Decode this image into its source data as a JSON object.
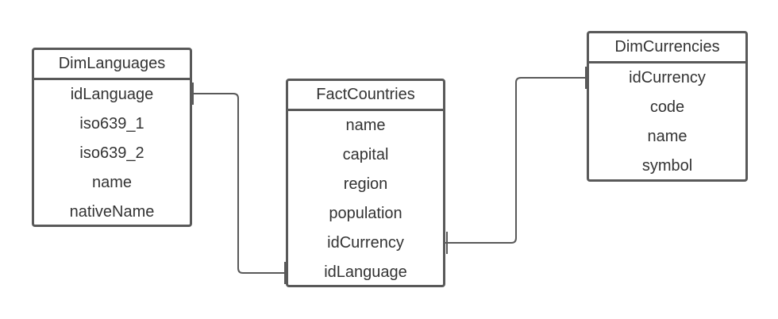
{
  "entities": {
    "dim_languages": {
      "title": "DimLanguages",
      "fields": [
        "idLanguage",
        "iso639_1",
        "iso639_2",
        "name",
        "nativeName"
      ]
    },
    "fact_countries": {
      "title": "FactCountries",
      "fields": [
        "name",
        "capital",
        "region",
        "population",
        "idCurrency",
        "idLanguage"
      ]
    },
    "dim_currencies": {
      "title": "DimCurrencies",
      "fields": [
        "idCurrency",
        "code",
        "name",
        "symbol"
      ]
    }
  },
  "relationships": [
    {
      "from": "DimLanguages.idLanguage",
      "to": "FactCountries.idLanguage"
    },
    {
      "from": "DimCurrencies.idCurrency",
      "to": "FactCountries.idCurrency"
    }
  ],
  "colors": {
    "border": "#595959",
    "text": "#333333",
    "background": "#ffffff"
  }
}
